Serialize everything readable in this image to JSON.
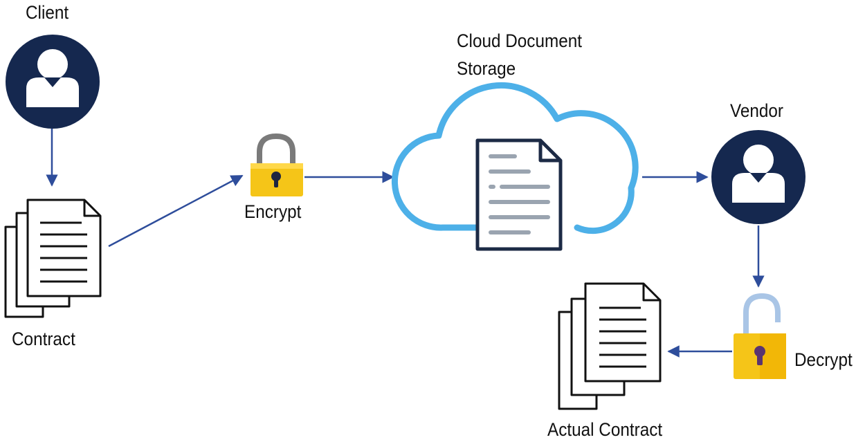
{
  "labels": {
    "client": "Client",
    "contract": "Contract",
    "encrypt": "Encrypt",
    "cloud_line1": "Cloud Document",
    "cloud_line2": "Storage",
    "vendor": "Vendor",
    "decrypt": "Decrypt",
    "actual_contract": "Actual Contract"
  },
  "icons": {
    "client": "user-icon",
    "contract": "documents-stack-icon",
    "encrypt": "locked-padlock-icon",
    "cloud": "cloud-icon",
    "cloud_document": "document-icon",
    "vendor": "user-icon",
    "decrypt": "unlocked-padlock-icon",
    "actual_contract": "documents-stack-icon"
  },
  "colors": {
    "avatar": "#15284F",
    "arrow": "#2E4D9B",
    "cloud": "#4DB0E8",
    "lock_gold": "#F5C518",
    "lock_shackle_locked": "#7A7A7A",
    "lock_shackle_unlocked": "#A9C5E6",
    "doc_lines": "#9AA4B0"
  }
}
